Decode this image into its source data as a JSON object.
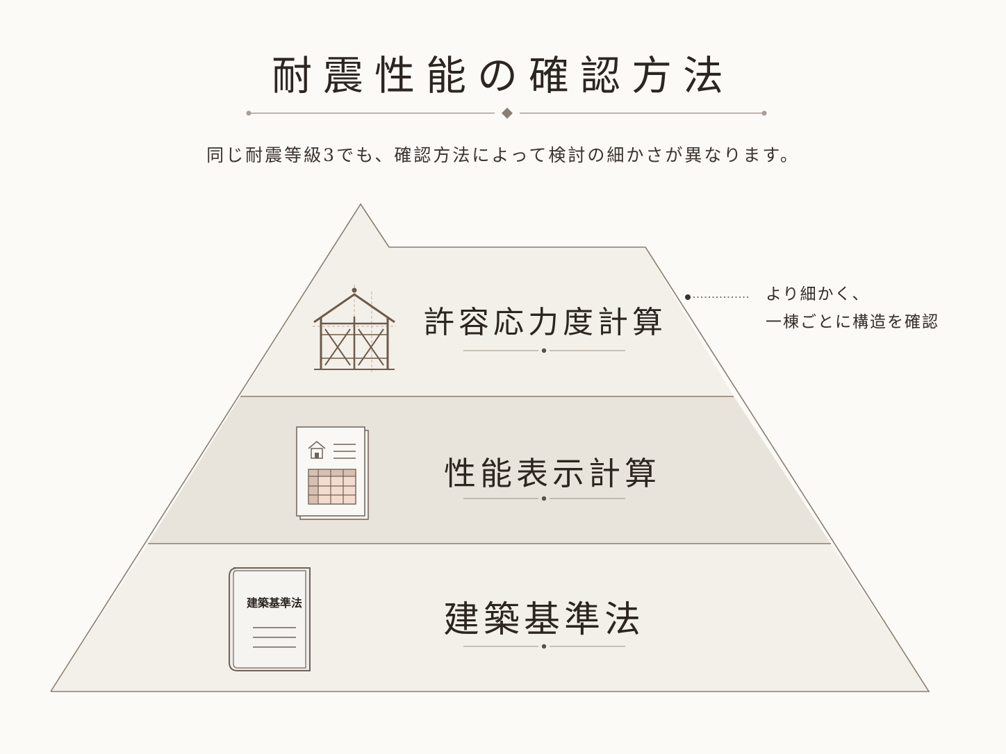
{
  "header": {
    "title": "耐震性能の確認方法",
    "subtitle": "同じ耐震等級3でも、確認方法によって検討の細かさが異なります。"
  },
  "pyramid": {
    "tiers": [
      {
        "label": "許容応力度計算",
        "icon": "house-frame-icon",
        "fill": "#f3f0ea"
      },
      {
        "label": "性能表示計算",
        "icon": "document-table-icon",
        "fill": "#e9e4db"
      },
      {
        "label": "建築基準法",
        "icon": "book-icon",
        "fill": "#f3f0ea",
        "book_title": "建築基準法"
      }
    ]
  },
  "annotation": {
    "line1": "より細かく、",
    "line2": "一棟ごとに構造を確認"
  },
  "colors": {
    "outline": "#8a7d6f",
    "ornament": "#9a8f83",
    "text": "#2c2520"
  }
}
